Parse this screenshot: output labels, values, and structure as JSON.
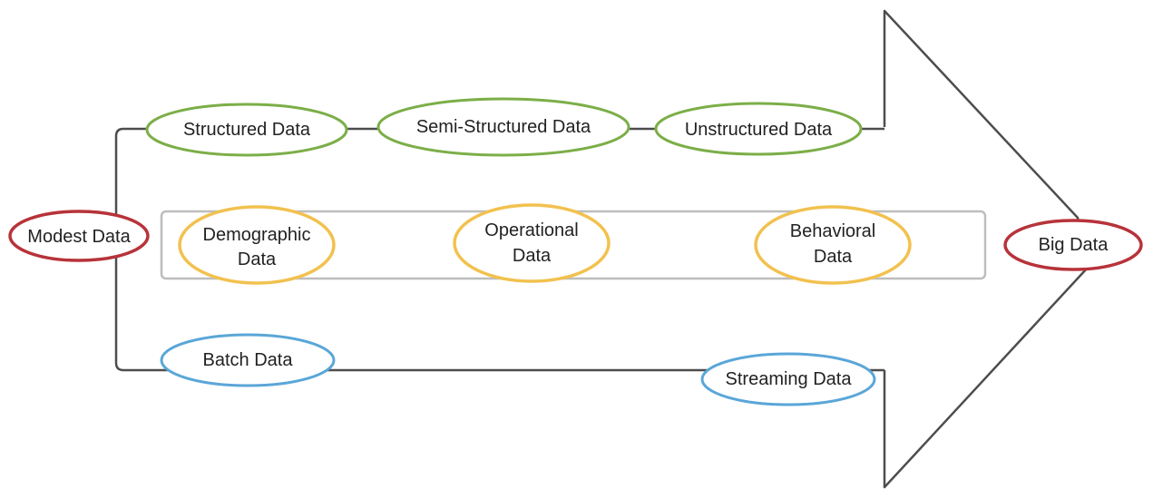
{
  "colors": {
    "red": "#b7333a",
    "green": "#7cae48",
    "yellow": "#f2c14e",
    "blue": "#5aa6d8",
    "frame_gray": "#bdbdbd",
    "line_dark": "#4d4d4d"
  },
  "nodes": {
    "modest": {
      "label": "Modest Data",
      "color": "red"
    },
    "big": {
      "label": "Big Data",
      "color": "red"
    },
    "structured": {
      "label": "Structured Data",
      "color": "green"
    },
    "semi_structured": {
      "label": "Semi-Structured Data",
      "color": "green"
    },
    "unstructured": {
      "label": "Unstructured Data",
      "color": "green"
    },
    "demographic": {
      "line1": "Demographic",
      "line2": "Data",
      "color": "yellow"
    },
    "operational": {
      "line1": "Operational",
      "line2": "Data",
      "color": "yellow"
    },
    "behavioral": {
      "line1": "Behavioral",
      "line2": "Data",
      "color": "yellow"
    },
    "batch": {
      "label": "Batch Data",
      "color": "blue"
    },
    "streaming": {
      "label": "Streaming Data",
      "color": "blue"
    }
  }
}
